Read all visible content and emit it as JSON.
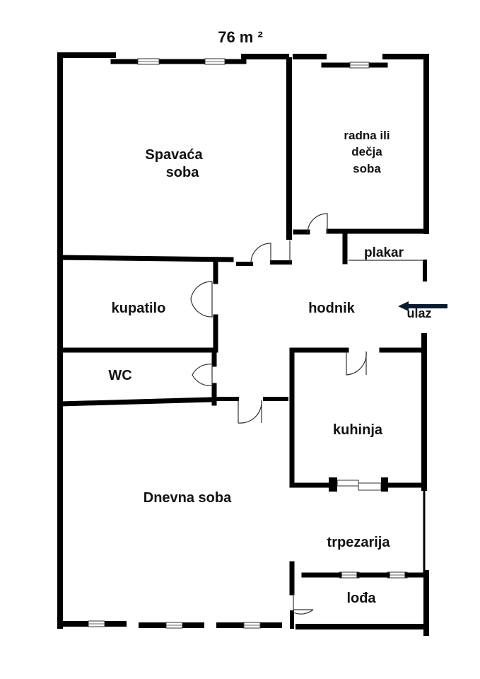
{
  "plan": {
    "area_label": "76 m ²",
    "rooms": {
      "spavaca_line1": "Spavaća",
      "spavaca_line2": "soba",
      "radna_line1": "radna ili",
      "radna_line2": "dečja",
      "radna_line3": "soba",
      "plakar": "plakar",
      "kupatilo": "kupatilo",
      "hodnik": "hodnik",
      "ulaz": "ulaz",
      "wc": "WC",
      "kuhinja": "kuhinja",
      "dnevna": "Dnevna soba",
      "trpezarija": "trpezarija",
      "lodja": "lođa"
    },
    "colors": {
      "wall": "#000000",
      "arrow": "#0b1a2e",
      "background": "#ffffff"
    }
  }
}
